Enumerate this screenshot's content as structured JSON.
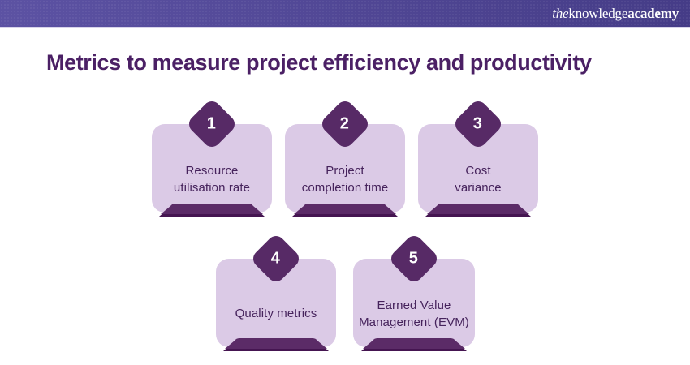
{
  "header": {
    "logo_the": "the",
    "logo_knowledge": "knowledge",
    "logo_academy": "academy"
  },
  "title": "Metrics to measure project efficiency and productivity",
  "cards": [
    {
      "number": "1",
      "label_lines": [
        "Resource",
        "utilisation rate"
      ]
    },
    {
      "number": "2",
      "label_lines": [
        "Project",
        "completion time"
      ]
    },
    {
      "number": "3",
      "label_lines": [
        "Cost",
        "variance"
      ]
    },
    {
      "number": "4",
      "label_lines": [
        "Quality metrics"
      ]
    },
    {
      "number": "5",
      "label_lines": [
        "Earned Value",
        "Management (EVM)"
      ]
    }
  ],
  "colors": {
    "topbar_gradient_left": "#5c52a3",
    "topbar_gradient_right": "#453c87",
    "title_text": "#4b2065",
    "card_background": "#dbcae6",
    "card_text": "#46235c",
    "diamond_fill": "#572a66",
    "base_fill": "#5b2b67",
    "base_shadow": "#451551",
    "logo_text": "#ffffff"
  }
}
